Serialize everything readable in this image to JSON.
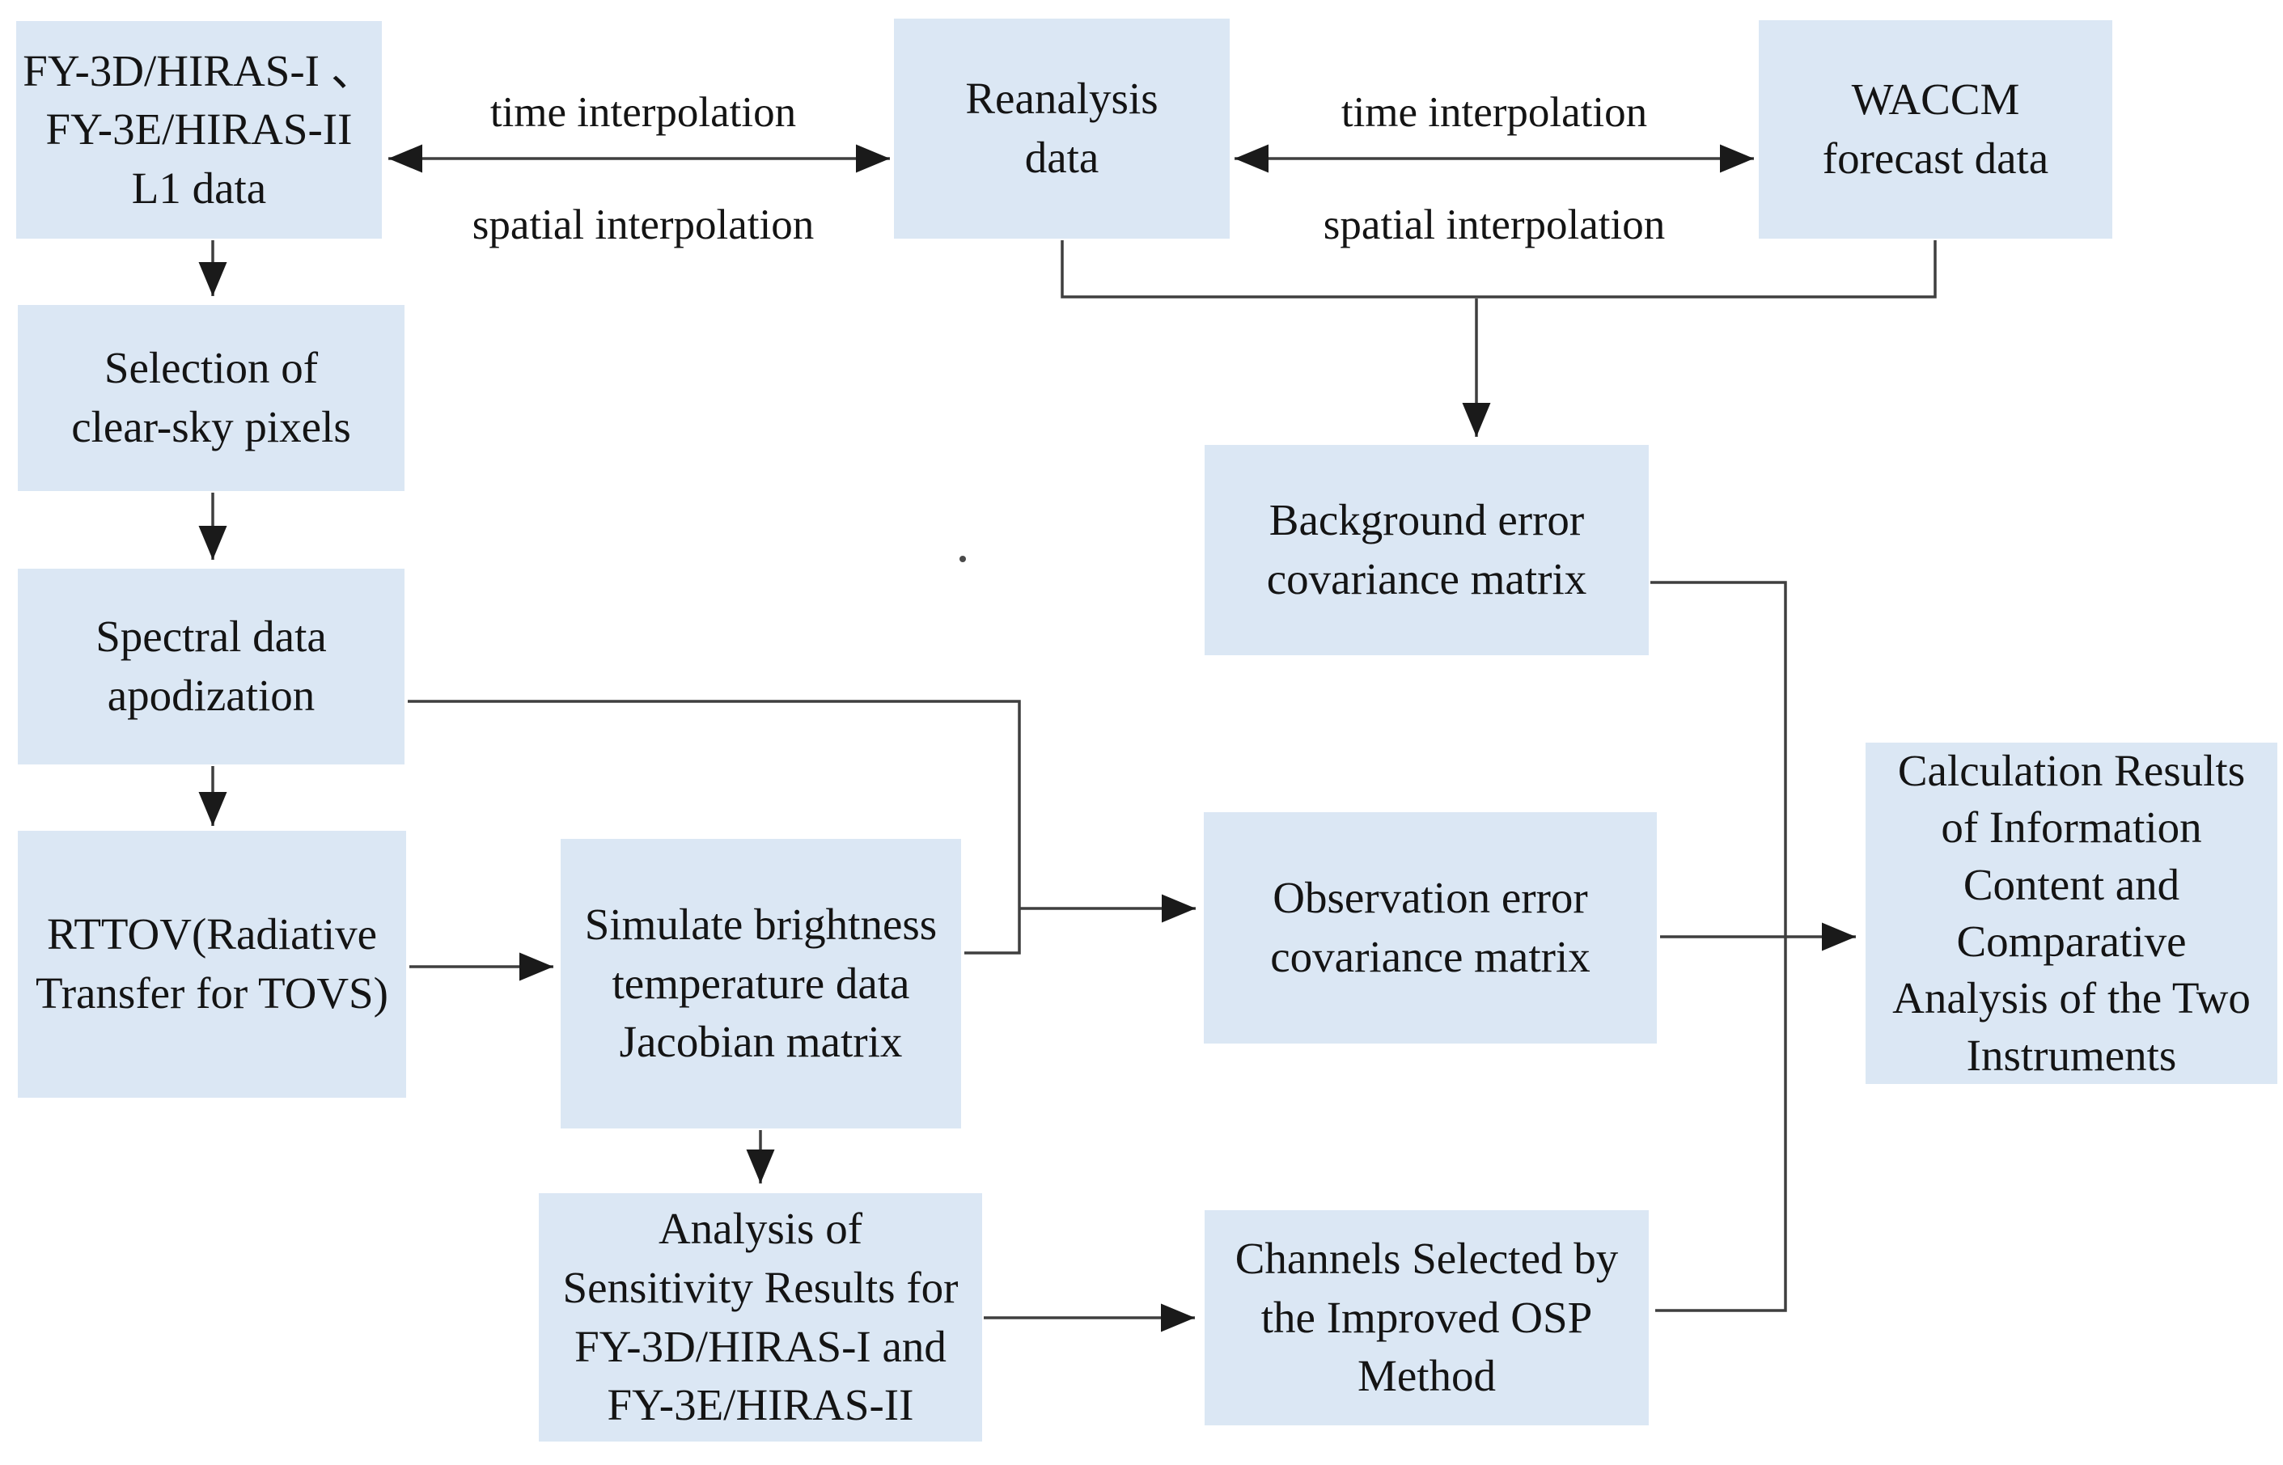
{
  "diagram": {
    "type": "flowchart",
    "colors": {
      "node_fill": "#dbe7f4",
      "line": "#3f3f3f",
      "arrowhead": "#1a1a1a",
      "text": "#141414",
      "background": "#ffffff"
    },
    "nodes": [
      {
        "id": "fy3d-l1-data",
        "label": "FY-3D/HIRAS-I 、\nFY-3E/HIRAS-II\nL1 data"
      },
      {
        "id": "clear-sky-selection",
        "label": "Selection of\nclear-sky pixels"
      },
      {
        "id": "spectral-apodization",
        "label": "Spectral data\napodization"
      },
      {
        "id": "rttov",
        "label": "RTTOV(Radiative\nTransfer for TOVS)"
      },
      {
        "id": "reanalysis-data",
        "label": "Reanalysis\ndata"
      },
      {
        "id": "waccm-forecast",
        "label": "WACCM\nforecast data"
      },
      {
        "id": "simulate-bt-jacobian",
        "label": "Simulate brightness\ntemperature data\nJacobian matrix"
      },
      {
        "id": "sensitivity-analysis",
        "label": "Analysis of\nSensitivity Results for\nFY-3D/HIRAS-I and\nFY-3E/HIRAS-II"
      },
      {
        "id": "background-error-cov",
        "label": "Background error\ncovariance matrix"
      },
      {
        "id": "observation-error-cov",
        "label": "Observation error\ncovariance matrix"
      },
      {
        "id": "channels-osp",
        "label": "Channels Selected by\nthe Improved OSP\nMethod"
      },
      {
        "id": "calc-results",
        "label": "Calculation Results\nof Information\nContent and\nComparative\nAnalysis of the Two\nInstruments"
      }
    ],
    "edge_labels": [
      {
        "text": "time interpolation"
      },
      {
        "text": "spatial interpolation"
      },
      {
        "text": "time interpolation"
      },
      {
        "text": "spatial interpolation"
      }
    ]
  }
}
